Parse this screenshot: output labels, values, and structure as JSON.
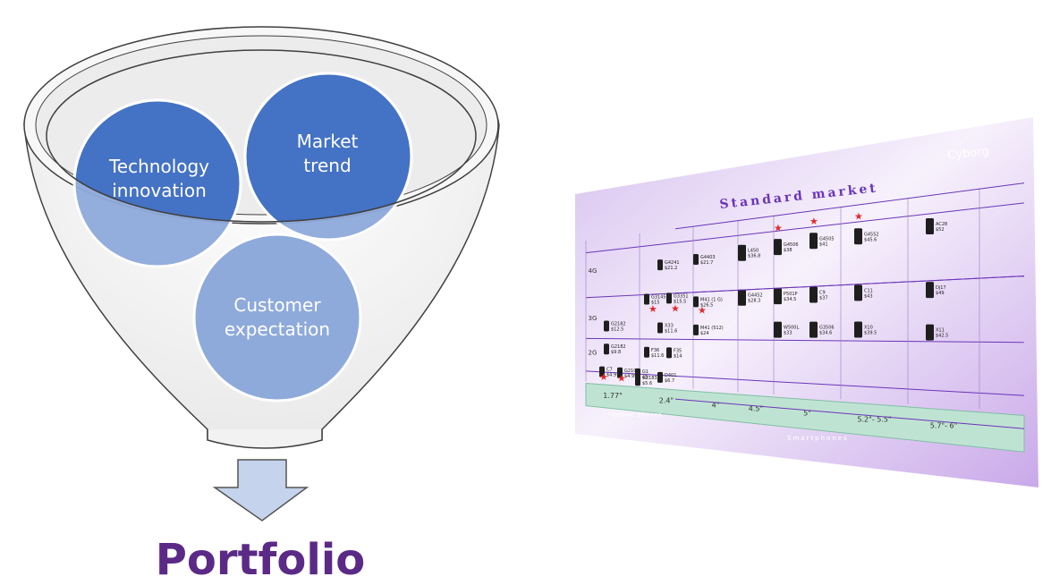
{
  "funnel": {
    "circles": [
      {
        "line1": "Technology",
        "line2": "innovation"
      },
      {
        "line1": "Market",
        "line2": "trend"
      },
      {
        "line1": "Customer",
        "line2": "expectation"
      }
    ],
    "colors": {
      "dark_blue": "#4472c4",
      "light_blue": "#8eaadb",
      "funnel_fill": "#f2f2f2",
      "arrow_fill": "#b4c7e7"
    }
  },
  "portfolio_title": "Portfolio",
  "slide": {
    "title": "Standard market",
    "brand": "Cyborg",
    "rows": [
      "4G",
      "3G",
      "2G"
    ],
    "screen_sizes": [
      "1.77\"",
      "2.4\"",
      "4\"",
      "4.5\"",
      "5\"",
      "5.2\"- 5.5\"",
      "5.7\"- 6\""
    ],
    "categories": [
      "Feature phones",
      "Smartphones"
    ],
    "phones": [
      {
        "model": "G4241",
        "price": "$21.2"
      },
      {
        "model": "G4403",
        "price": "$21.7"
      },
      {
        "model": "L450",
        "price": "$36.8"
      },
      {
        "model": "G4506",
        "price": "$38"
      },
      {
        "model": "G4505",
        "price": "$41"
      },
      {
        "model": "G4552",
        "price": "$45.6"
      },
      {
        "model": "AC28",
        "price": "$52"
      },
      {
        "model": "G3145",
        "price": "$15"
      },
      {
        "model": "G3351",
        "price": "$15.5"
      },
      {
        "model": "M41 (1 G)",
        "price": "$26.5"
      },
      {
        "model": "G4452",
        "price": "$28.3"
      },
      {
        "model": "P501P",
        "price": "$34.5"
      },
      {
        "model": "C9",
        "price": "$37"
      },
      {
        "model": "C11",
        "price": "$43"
      },
      {
        "model": "Dj17",
        "price": "$49"
      },
      {
        "model": "G2182",
        "price": "$12.5"
      },
      {
        "model": "X33",
        "price": "$11.6"
      },
      {
        "model": "M41 (512)",
        "price": "$24"
      },
      {
        "model": "W500L",
        "price": "$33"
      },
      {
        "model": "G3506",
        "price": "$34.6"
      },
      {
        "model": "X10",
        "price": "$39.5"
      },
      {
        "model": "X11",
        "price": "$42.5"
      },
      {
        "model": "G2182",
        "price": "$9.8"
      },
      {
        "model": "F36",
        "price": "$11.6"
      },
      {
        "model": "F35",
        "price": "$14"
      },
      {
        "model": "C7",
        "price": "$4.9"
      },
      {
        "model": "G2104",
        "price": "$4.95"
      },
      {
        "model": "G1",
        "price": "$5"
      },
      {
        "model": "G2183",
        "price": "$5.6"
      },
      {
        "model": "D401",
        "price": "$6.7"
      }
    ],
    "colors": {
      "bg": "#e2cff2",
      "accent": "#6a35b8",
      "band": "#bfe3d3",
      "star": "#e3272b"
    }
  }
}
